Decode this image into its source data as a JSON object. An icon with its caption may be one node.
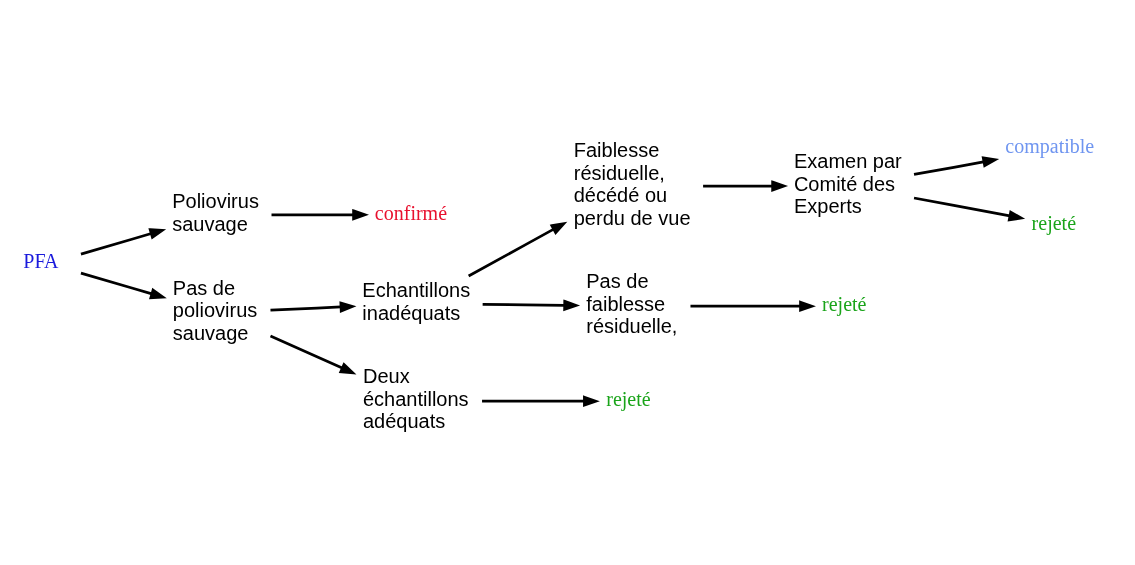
{
  "diagram": {
    "nodes": [
      {
        "text": [
          "PFA"
        ]
      },
      {
        "text": [
          "Poliovirus sauvage"
        ]
      },
      {
        "text": [
          "confirmé"
        ]
      },
      {
        "text": [
          "Pas de poliovirus sauvage"
        ]
      },
      {
        "text": [
          "Echantillons inadéquats"
        ]
      },
      {
        "text": [
          "Faiblesse résiduelle, décédé ou perdu de vue"
        ]
      },
      {
        "text": [
          "Examen par Comité des Experts"
        ]
      },
      {
        "text": [
          "compatible"
        ]
      },
      {
        "text": [
          "rejeté"
        ]
      },
      {
        "text": [
          "Pas de faiblesse résiduelle,"
        ]
      },
      {
        "text": [
          "rejeté"
        ]
      },
      {
        "text": [
          "Deux échantillons adéquats"
        ]
      },
      {
        "text": [
          "rejeté"
        ]
      }
    ],
    "edges": [
      {
        "from": 0,
        "to": 1,
        "arrow": "to"
      },
      {
        "from": 1,
        "to": 2,
        "arrow": "to"
      },
      {
        "from": 0,
        "to": 3,
        "arrow": "to"
      },
      {
        "from": 3,
        "to": 4,
        "arrow": "to"
      },
      {
        "from": 4,
        "to": 5,
        "arrow": "to"
      },
      {
        "from": 5,
        "to": 6,
        "arrow": "to"
      },
      {
        "from": 6,
        "to": 7,
        "arrow": "to"
      },
      {
        "from": 6,
        "to": 8,
        "arrow": "to"
      },
      {
        "from": 4,
        "to": 9,
        "arrow": "to"
      },
      {
        "from": 9,
        "to": 10,
        "arrow": "to"
      },
      {
        "from": 3,
        "to": 11,
        "arrow": "to"
      },
      {
        "from": 11,
        "to": 12,
        "arrow": "to"
      }
    ]
  }
}
